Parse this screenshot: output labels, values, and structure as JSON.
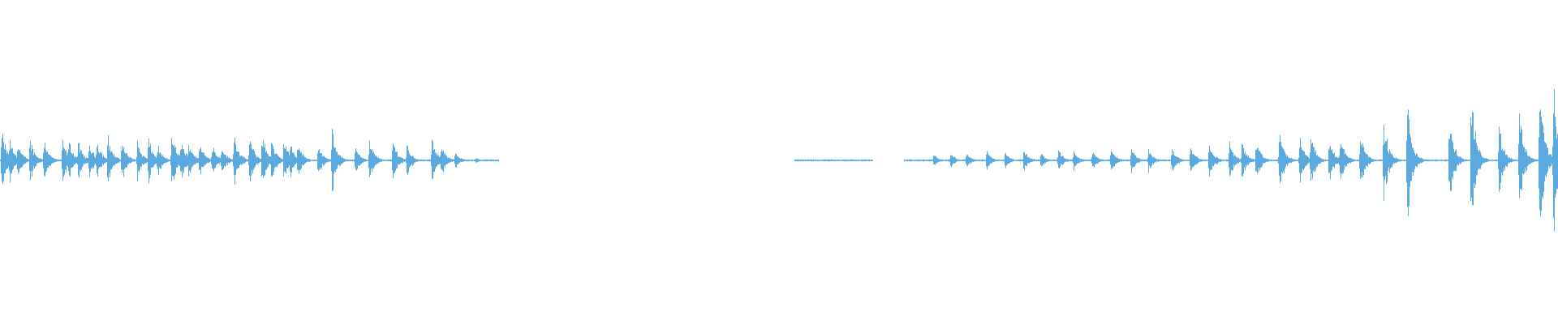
{
  "waveform": {
    "color": "#5aaae0",
    "background": "#ffffff",
    "description_free": true,
    "segments": [
      {
        "name": "segment-1",
        "start": 0.0,
        "end": 0.32,
        "peaks": [
          {
            "t": 0.001,
            "a": 0.2
          },
          {
            "t": 0.006,
            "a": 0.14
          },
          {
            "t": 0.011,
            "a": 0.12
          },
          {
            "t": 0.019,
            "a": 0.15
          },
          {
            "t": 0.028,
            "a": 0.15
          },
          {
            "t": 0.04,
            "a": 0.14
          },
          {
            "t": 0.044,
            "a": 0.13
          },
          {
            "t": 0.05,
            "a": 0.12
          },
          {
            "t": 0.057,
            "a": 0.12
          },
          {
            "t": 0.062,
            "a": 0.14
          },
          {
            "t": 0.069,
            "a": 0.16
          },
          {
            "t": 0.078,
            "a": 0.14
          },
          {
            "t": 0.088,
            "a": 0.12
          },
          {
            "t": 0.095,
            "a": 0.15
          },
          {
            "t": 0.101,
            "a": 0.1
          },
          {
            "t": 0.11,
            "a": 0.19
          },
          {
            "t": 0.116,
            "a": 0.14
          },
          {
            "t": 0.121,
            "a": 0.13
          },
          {
            "t": 0.128,
            "a": 0.12
          },
          {
            "t": 0.136,
            "a": 0.11
          },
          {
            "t": 0.142,
            "a": 0.1
          },
          {
            "t": 0.15,
            "a": 0.18
          },
          {
            "t": 0.16,
            "a": 0.16
          },
          {
            "t": 0.168,
            "a": 0.18
          },
          {
            "t": 0.174,
            "a": 0.14
          },
          {
            "t": 0.182,
            "a": 0.15
          },
          {
            "t": 0.186,
            "a": 0.11
          },
          {
            "t": 0.191,
            "a": 0.12
          },
          {
            "t": 0.204,
            "a": 0.11
          },
          {
            "t": 0.213,
            "a": 0.22
          },
          {
            "t": 0.228,
            "a": 0.1
          },
          {
            "t": 0.237,
            "a": 0.13
          },
          {
            "t": 0.252,
            "a": 0.14
          },
          {
            "t": 0.261,
            "a": 0.11
          },
          {
            "t": 0.277,
            "a": 0.14
          },
          {
            "t": 0.283,
            "a": 0.12
          },
          {
            "t": 0.292,
            "a": 0.05
          },
          {
            "t": 0.305,
            "a": 0.02
          },
          {
            "t": 0.318,
            "a": 0.005
          }
        ]
      },
      {
        "name": "segment-2",
        "start": 0.51,
        "end": 0.56,
        "peaks": [
          {
            "t": 0.515,
            "a": 0.006
          },
          {
            "t": 0.554,
            "a": 0.004
          }
        ]
      },
      {
        "name": "segment-3",
        "start": 0.58,
        "end": 1.0,
        "peaks": [
          {
            "t": 0.584,
            "a": 0.01
          },
          {
            "t": 0.599,
            "a": 0.04
          },
          {
            "t": 0.61,
            "a": 0.05
          },
          {
            "t": 0.62,
            "a": 0.05
          },
          {
            "t": 0.633,
            "a": 0.06
          },
          {
            "t": 0.645,
            "a": 0.05
          },
          {
            "t": 0.657,
            "a": 0.07
          },
          {
            "t": 0.668,
            "a": 0.05
          },
          {
            "t": 0.679,
            "a": 0.07
          },
          {
            "t": 0.689,
            "a": 0.06
          },
          {
            "t": 0.701,
            "a": 0.07
          },
          {
            "t": 0.713,
            "a": 0.08
          },
          {
            "t": 0.726,
            "a": 0.08
          },
          {
            "t": 0.737,
            "a": 0.08
          },
          {
            "t": 0.752,
            "a": 0.09
          },
          {
            "t": 0.764,
            "a": 0.1
          },
          {
            "t": 0.776,
            "a": 0.12
          },
          {
            "t": 0.789,
            "a": 0.13
          },
          {
            "t": 0.797,
            "a": 0.12
          },
          {
            "t": 0.806,
            "a": 0.13
          },
          {
            "t": 0.821,
            "a": 0.21
          },
          {
            "t": 0.834,
            "a": 0.16
          },
          {
            "t": 0.841,
            "a": 0.18
          },
          {
            "t": 0.853,
            "a": 0.14
          },
          {
            "t": 0.86,
            "a": 0.17
          },
          {
            "t": 0.873,
            "a": 0.2
          },
          {
            "t": 0.888,
            "a": 0.26
          },
          {
            "t": 0.903,
            "a": 0.39
          },
          {
            "t": 0.93,
            "a": 0.28
          },
          {
            "t": 0.944,
            "a": 0.44
          },
          {
            "t": 0.962,
            "a": 0.23
          },
          {
            "t": 0.975,
            "a": 0.32
          },
          {
            "t": 0.988,
            "a": 0.5
          },
          {
            "t": 0.997,
            "a": 0.52
          }
        ]
      }
    ]
  }
}
